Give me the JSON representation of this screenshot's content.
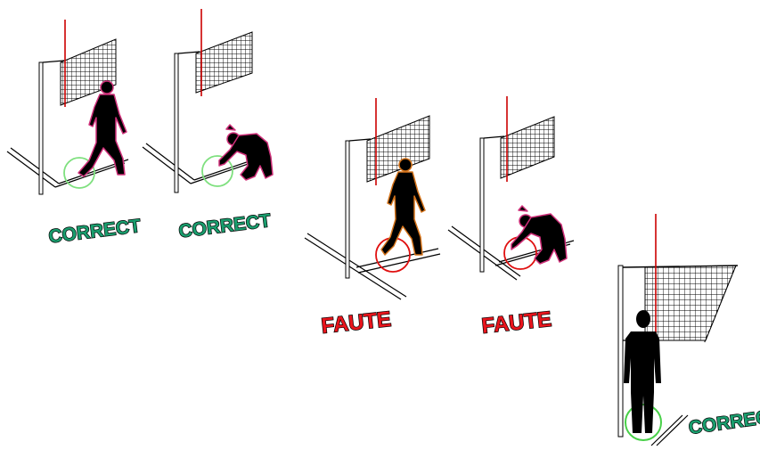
{
  "labels": {
    "correct": "CORRECT",
    "faute": "FAUTE"
  },
  "colors": {
    "correct": "#1a9e6e",
    "fault": "#e8141c",
    "antenna": "#cc0000",
    "ok_circle": "#7ee07e",
    "bad_circle": "#e01010",
    "glow_pink": "#d0307a",
    "glow_orange": "#d4731a"
  },
  "scenes": [
    {
      "verdict": "correct",
      "player": "walking"
    },
    {
      "verdict": "correct",
      "player": "crouching"
    },
    {
      "verdict": "fault",
      "player": "walking"
    },
    {
      "verdict": "fault",
      "player": "crouching"
    },
    {
      "verdict": "correct",
      "player": "standing"
    }
  ]
}
